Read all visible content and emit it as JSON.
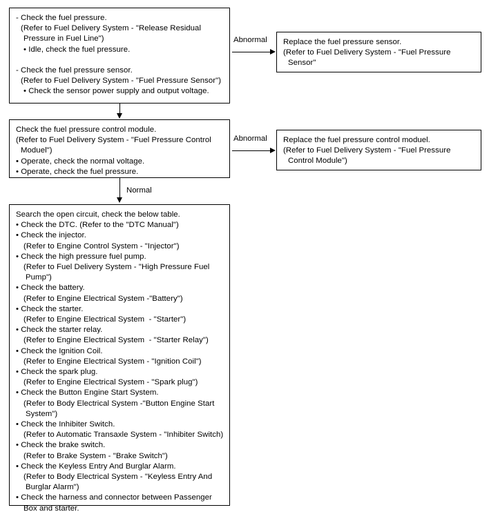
{
  "diagram": {
    "type": "troubleshooting-flowchart",
    "nodes": {
      "check_fuel_pressure": {
        "id": "check-fuel-pressure-box",
        "lines": [
          {
            "text": "- Check the fuel pressure.",
            "indent": 0
          },
          {
            "text": "(Refer to Fuel Delivery System - \"Release Residual",
            "indent": 1
          },
          {
            "text": "Pressure in Fuel Line\")",
            "indent": 2
          },
          {
            "text": "• Idle, check the fuel pressure.",
            "indent": 2
          },
          {
            "text": "",
            "indent": 0
          },
          {
            "text": "- Check the fuel pressure sensor.",
            "indent": 0
          },
          {
            "text": "(Refer to Fuel Delivery System - \"Fuel Pressure Sensor\")",
            "indent": 1
          },
          {
            "text": "• Check the sensor power supply and output voltage.",
            "indent": 2
          }
        ]
      },
      "replace_fuel_pressure_sensor": {
        "id": "replace-fuel-pressure-sensor-box",
        "lines": [
          {
            "text": "Replace the fuel pressure sensor.",
            "indent": 0
          },
          {
            "text": "(Refer to Fuel Delivery System - \"Fuel Pressure",
            "indent": 0
          },
          {
            "text": "Sensor\"",
            "indent": 1
          }
        ]
      },
      "check_fuel_pressure_control_module": {
        "id": "check-fuel-pressure-control-module-box",
        "lines": [
          {
            "text": "Check the fuel pressure control module.",
            "indent": 0
          },
          {
            "text": "(Refer to Fuel Delivery System - \"Fuel Pressure Control",
            "indent": 0
          },
          {
            "text": "Moduel\")",
            "indent": 1
          },
          {
            "text": "• Operate, check the normal voltage.",
            "indent": 0
          },
          {
            "text": "• Operate, check the fuel pressure.",
            "indent": 0
          }
        ]
      },
      "replace_fuel_pressure_control_module": {
        "id": "replace-fuel-pressure-control-module-box",
        "lines": [
          {
            "text": "Replace the fuel pressure control moduel.",
            "indent": 0
          },
          {
            "text": "(Refer to Fuel Delivery System - \"Fuel Pressure",
            "indent": 0
          },
          {
            "text": "Control Module\")",
            "indent": 1
          }
        ]
      },
      "search_open_circuit": {
        "id": "search-open-circuit-box",
        "lines": [
          {
            "text": "Search the open circuit, check the below table.",
            "indent": 0
          },
          {
            "text": "• Check the DTC. (Refer to the \"DTC Manual\")",
            "indent": 0
          },
          {
            "text": "• Check the injector.",
            "indent": 0
          },
          {
            "text": "(Refer to Engine Control System - \"Injector\")",
            "indent": 2
          },
          {
            "text": "• Check the high pressure fuel pump.",
            "indent": 0
          },
          {
            "text": "(Refer to Fuel Delivery System - \"High Pressure Fuel",
            "indent": 2
          },
          {
            "text": "Pump\")",
            "indent": 3
          },
          {
            "text": "• Check the battery.",
            "indent": 0
          },
          {
            "text": "(Refer to Engine Electrical System -\"Battery\")",
            "indent": 2
          },
          {
            "text": "• Check the starter.",
            "indent": 0
          },
          {
            "text": "(Refer to Engine Electrical System  - \"Starter\")",
            "indent": 2
          },
          {
            "text": "• Check the starter relay.",
            "indent": 0
          },
          {
            "text": "(Refer to Engine Electrical System  - \"Starter Relay\")",
            "indent": 2
          },
          {
            "text": "• Check the Ignition Coil.",
            "indent": 0
          },
          {
            "text": "(Refer to Engine Electrical System - \"Ignition Coil\")",
            "indent": 2
          },
          {
            "text": "• Check the spark plug.",
            "indent": 0
          },
          {
            "text": "(Refer to Engine Electrical System - \"Spark plug\")",
            "indent": 2
          },
          {
            "text": "• Check the Button Engine Start System.",
            "indent": 0
          },
          {
            "text": "(Refer to Body Electrical System -\"Button Engine Start",
            "indent": 2
          },
          {
            "text": "System\")",
            "indent": 3
          },
          {
            "text": "• Check the Inhibiter Switch.",
            "indent": 0
          },
          {
            "text": "(Refer to Automatic Transaxle System - \"Inhibiter Switch)",
            "indent": 2
          },
          {
            "text": "• Check the brake switch.",
            "indent": 0
          },
          {
            "text": "(Refer to Brake System - \"Brake Switch\")",
            "indent": 2
          },
          {
            "text": "• Check the Keyless Entry And Burglar Alarm.",
            "indent": 0
          },
          {
            "text": "(Refer to Body Electrical System - \"Keyless Entry And",
            "indent": 2
          },
          {
            "text": "Burglar Alarm\")",
            "indent": 3
          },
          {
            "text": "• Check the harness and connector between Passenger",
            "indent": 0
          },
          {
            "text": "Box and starter.",
            "indent": 2
          }
        ]
      }
    },
    "connectors": {
      "abnormal_1": {
        "label": "Abnormal"
      },
      "abnormal_2": {
        "label": "Abnormal"
      },
      "down_1": {
        "label": ""
      },
      "normal": {
        "label": "Normal"
      }
    },
    "colors": {
      "stroke": "#000000",
      "background": "#ffffff",
      "text": "#000000"
    }
  }
}
